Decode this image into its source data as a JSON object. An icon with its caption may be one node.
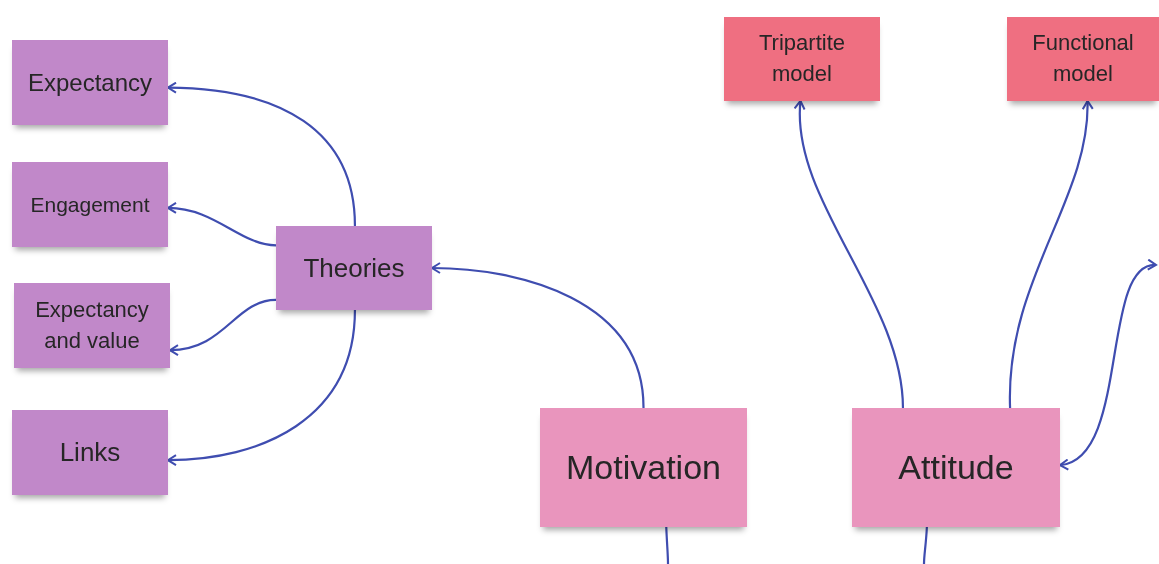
{
  "diagram": {
    "nodes": [
      {
        "text": [
          "Expectancy"
        ]
      },
      {
        "text": [
          "Engagement"
        ]
      },
      {
        "text": [
          "Expectancy and value"
        ]
      },
      {
        "text": [
          "Links"
        ]
      },
      {
        "text": [
          "Theories"
        ]
      },
      {
        "text": [
          "Tripartite model"
        ]
      },
      {
        "text": [
          "Functional model"
        ]
      },
      {
        "text": [
          "Motivation"
        ]
      },
      {
        "text": [
          "Attitude"
        ]
      }
    ],
    "edges": [
      {
        "from": 4,
        "to": 0,
        "arrow": "to"
      },
      {
        "from": 4,
        "to": 1,
        "arrow": "to"
      },
      {
        "from": 4,
        "to": 2,
        "arrow": "to"
      },
      {
        "from": 4,
        "to": 3,
        "arrow": "to"
      },
      {
        "from": 7,
        "to": 4,
        "arrow": "to"
      },
      {
        "from": 8,
        "to": 5,
        "arrow": "to"
      },
      {
        "from": 8,
        "to": 6,
        "arrow": "to"
      },
      {
        "from": 8,
        "to": null,
        "arrow": "both"
      },
      {
        "from": 7,
        "to": null,
        "arrow": "none"
      },
      {
        "from": 8,
        "to": null,
        "arrow": "none"
      }
    ]
  }
}
